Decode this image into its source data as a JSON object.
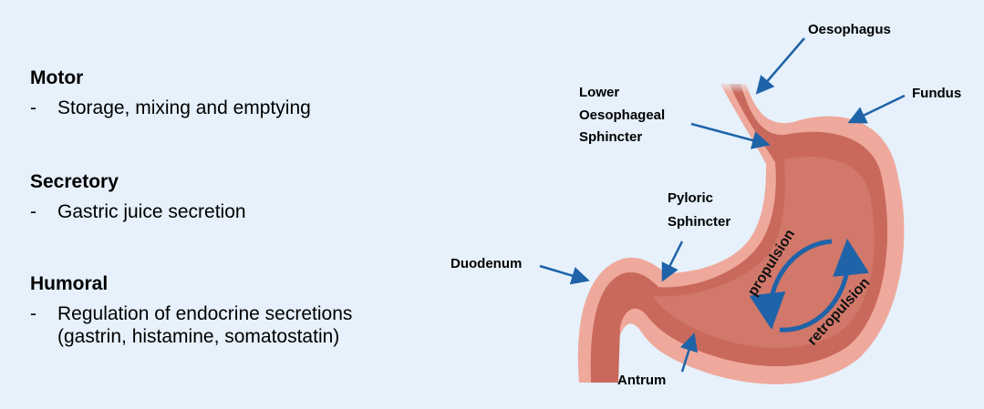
{
  "functions": [
    {
      "title": "Motor",
      "bullet": "-",
      "lines": [
        "Storage, mixing and emptying"
      ]
    },
    {
      "title": "Secretory",
      "bullet": "-",
      "lines": [
        "Gastric juice secretion"
      ]
    },
    {
      "title": "Humoral",
      "bullet": "-",
      "lines": [
        "Regulation of endocrine secretions",
        "(gastrin, histamine, somatostatin)"
      ]
    }
  ],
  "diagram": {
    "labels": {
      "oesophagus": "Oesophagus",
      "les": [
        "Lower",
        "Oesophageal",
        "Sphincter"
      ],
      "fundus": "Fundus",
      "pyloric": [
        "Pyloric",
        "Sphincter"
      ],
      "duodenum": "Duodenum",
      "antrum": "Antrum"
    },
    "movements": {
      "propulsion": "propulsion",
      "retropulsion": "retropulsion"
    },
    "colors": {
      "background": "#e6f1fb",
      "outer_wall": "#eea99c",
      "inner_wall": "#c9695c",
      "lumen": "#d27a6c",
      "arrow": "#1f63a8"
    }
  }
}
